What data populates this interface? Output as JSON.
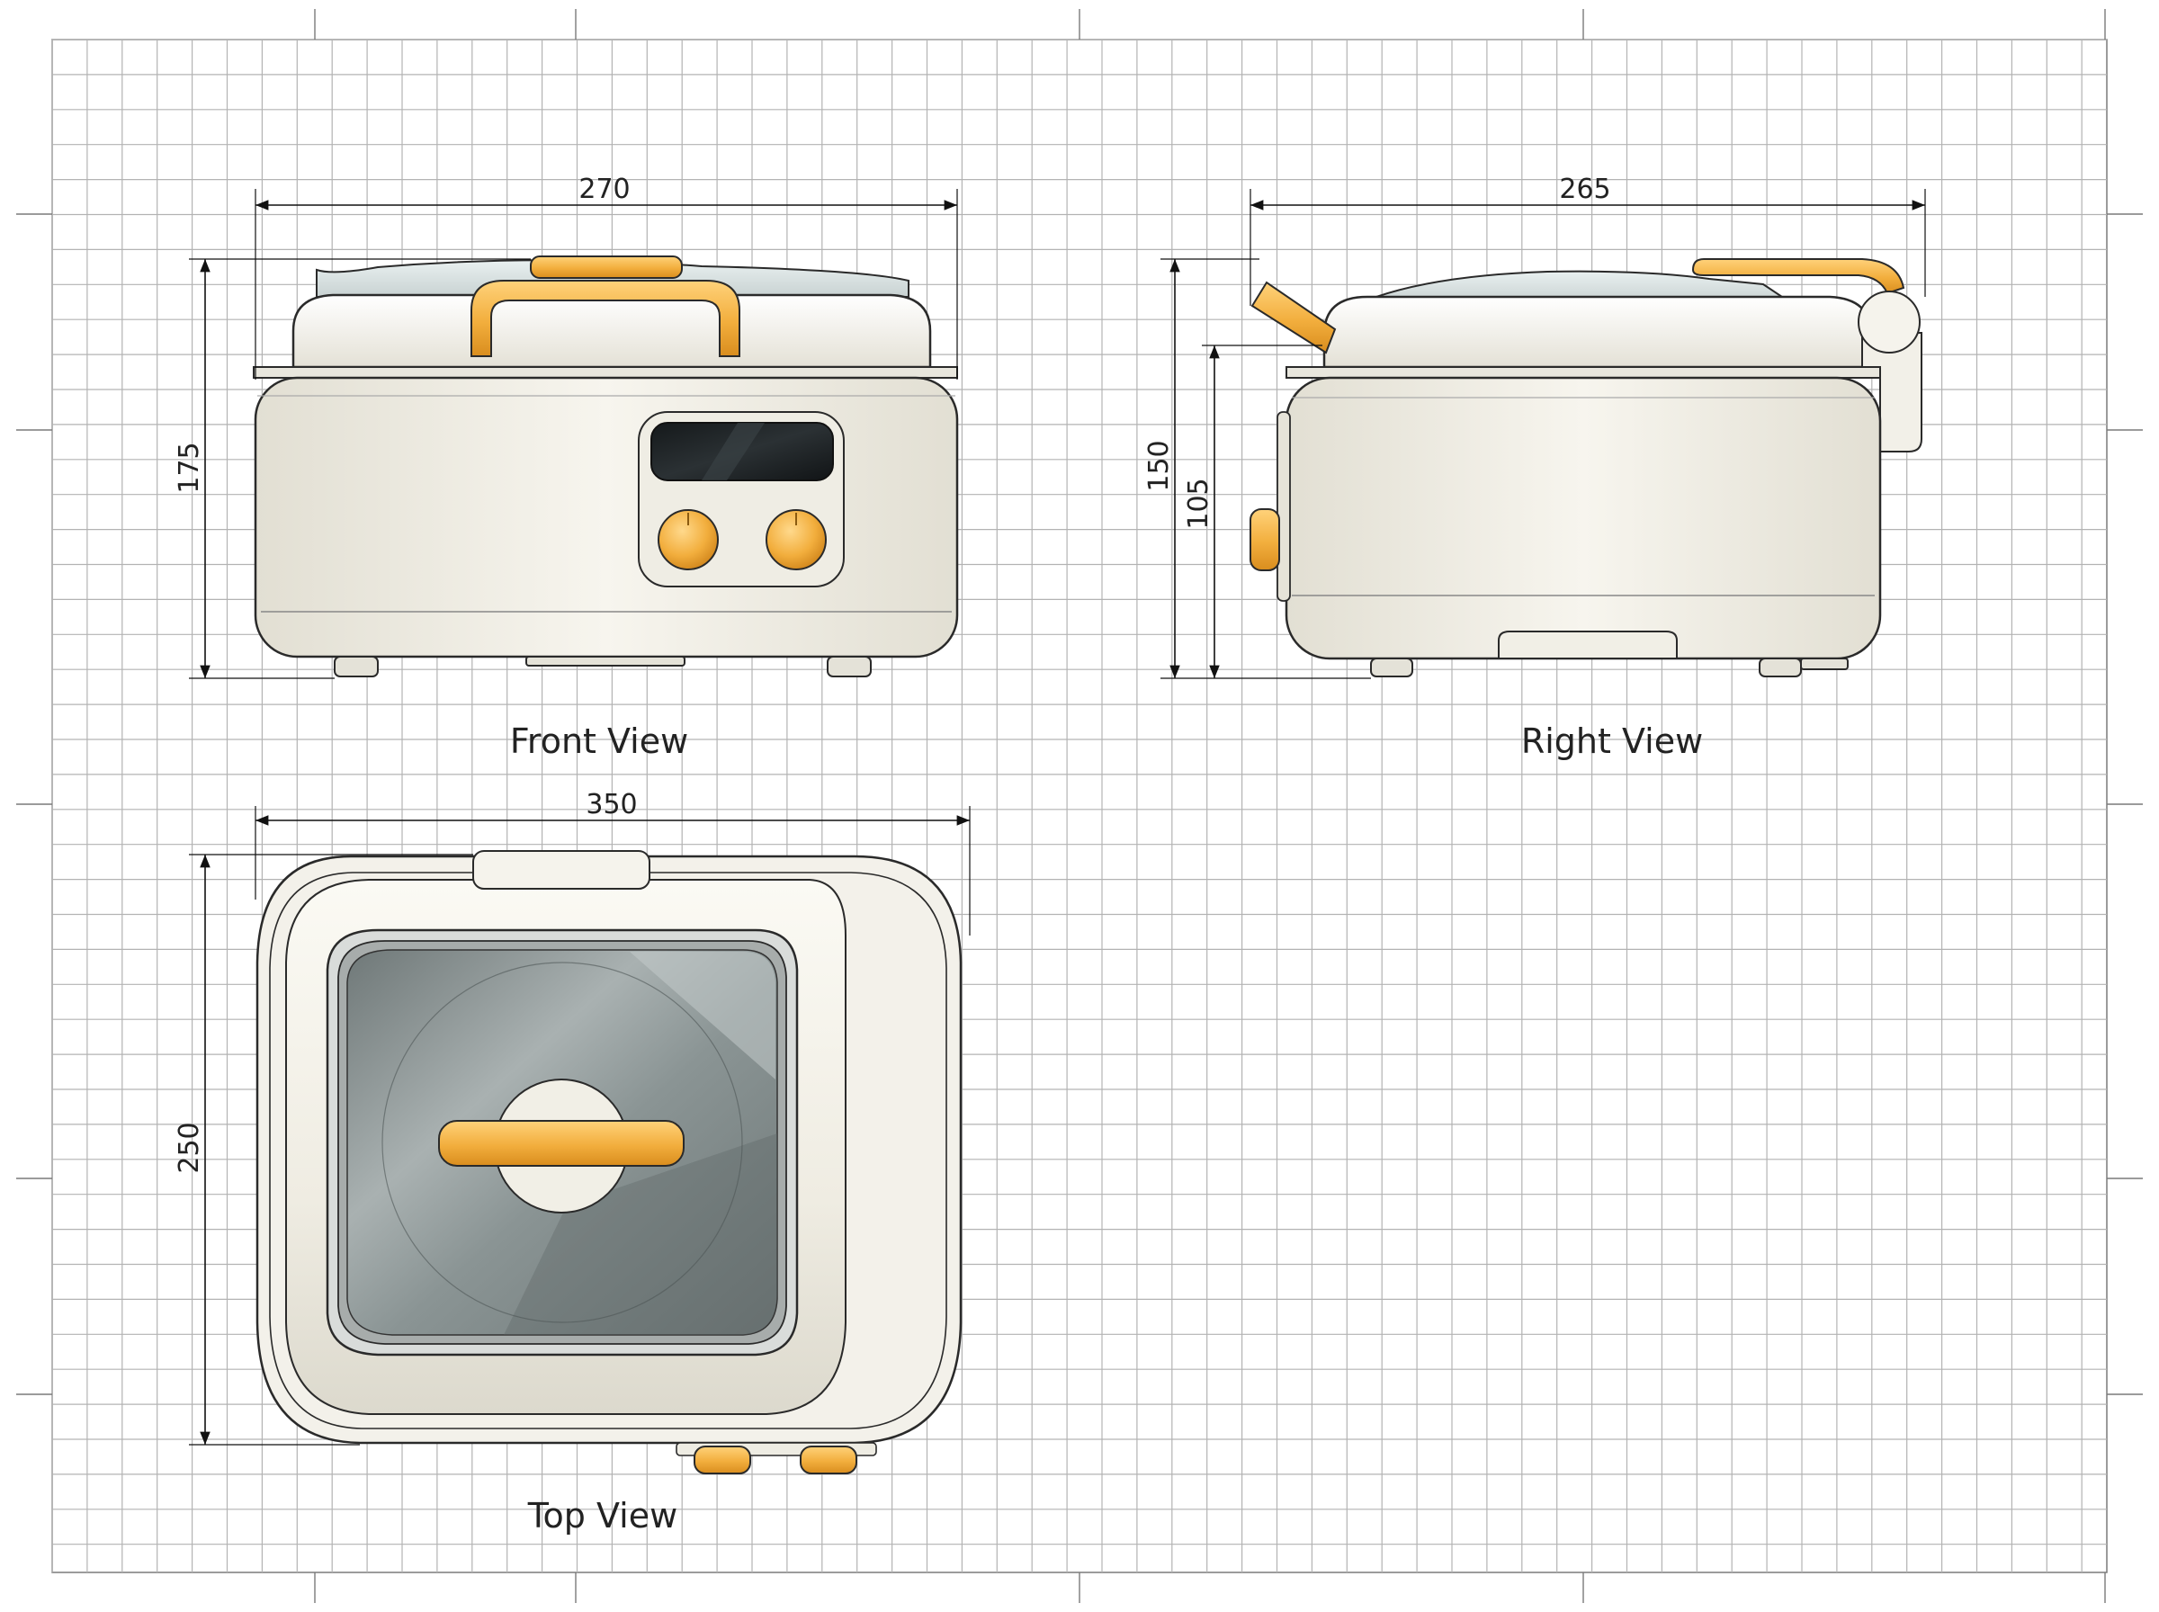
{
  "views": {
    "front": {
      "label": "Front View",
      "dimensions": {
        "width": "270",
        "height": "175"
      }
    },
    "right": {
      "label": "Right View",
      "dimensions": {
        "width": "265",
        "height_total": "150",
        "height_body": "105"
      }
    },
    "top": {
      "label": "Top View",
      "dimensions": {
        "width": "350",
        "depth": "250"
      }
    }
  },
  "colors": {
    "grid_line": "#b3b3b3",
    "grid_major": "#7a7a7a",
    "body_cream": "#f1efe6",
    "outline": "#2a2a2a",
    "accent_orange": "#f2ae3d",
    "glass_gray": "#8d9696",
    "display_dark": "#1f2326"
  }
}
